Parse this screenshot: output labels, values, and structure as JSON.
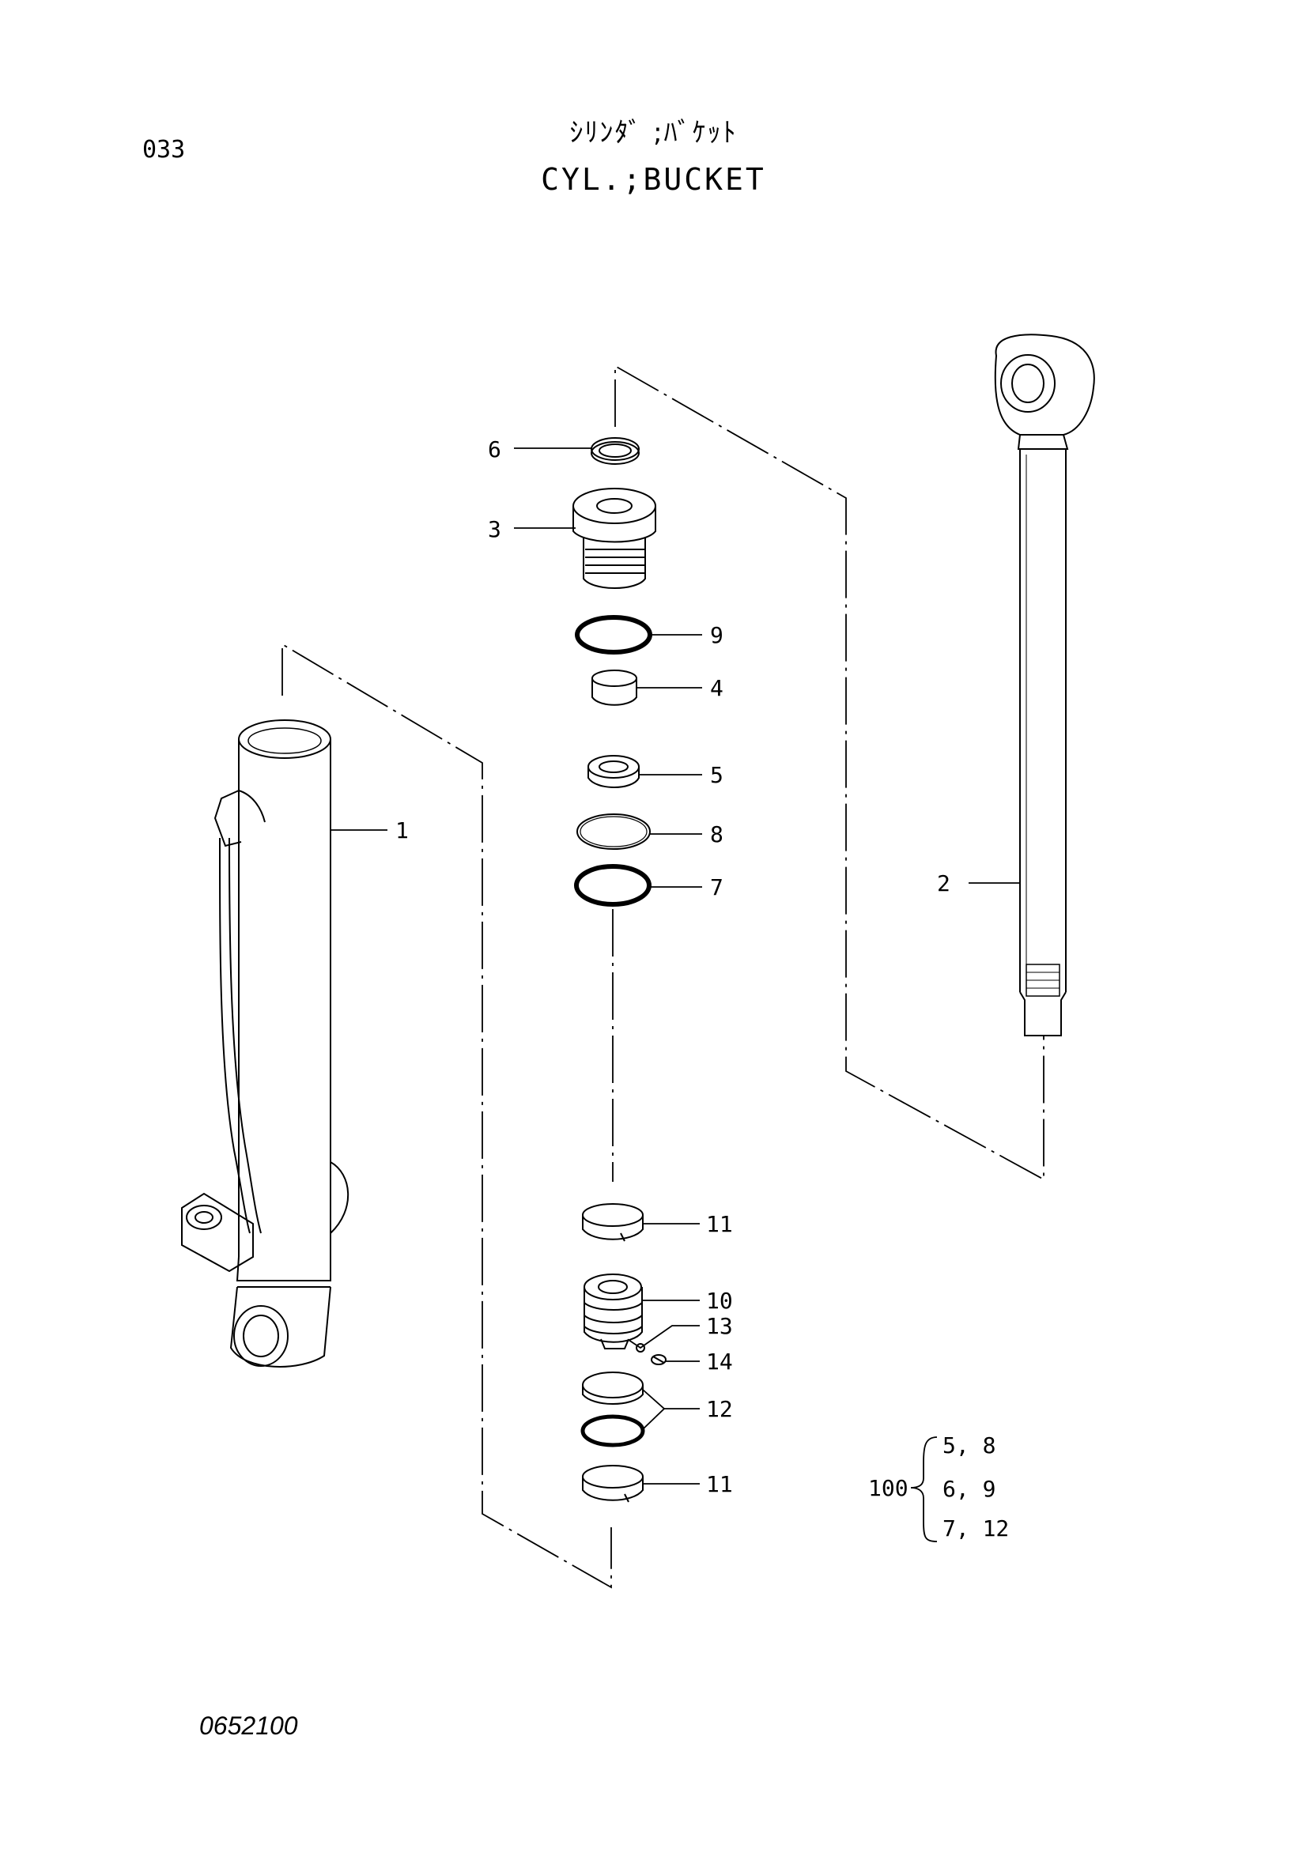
{
  "header": {
    "page_number": "033",
    "title_jp": "ｼﾘﾝﾀﾞ ;ﾊﾞｹｯﾄ",
    "title_en": "CYL.;BUCKET"
  },
  "footer": {
    "document_number": "0652100"
  },
  "callouts": {
    "c1": "1",
    "c2": "2",
    "c3": "3",
    "c4": "4",
    "c5": "5",
    "c6": "6",
    "c7": "7",
    "c8": "8",
    "c9": "9",
    "c10": "10",
    "c11a": "11",
    "c11b": "11",
    "c12": "12",
    "c13": "13",
    "c14": "14"
  },
  "kit": {
    "number": "100",
    "row1": "5, 8",
    "row2": "6, 9",
    "row3": "7, 12"
  },
  "parts": [
    {
      "id": "1",
      "icon": "cylinder-tube-icon"
    },
    {
      "id": "2",
      "icon": "piston-rod-icon"
    },
    {
      "id": "3",
      "icon": "cylinder-head-icon"
    },
    {
      "id": "4",
      "icon": "bushing-icon"
    },
    {
      "id": "5",
      "icon": "seal-icon"
    },
    {
      "id": "6",
      "icon": "dust-seal-icon"
    },
    {
      "id": "7",
      "icon": "o-ring-icon"
    },
    {
      "id": "8",
      "icon": "backup-ring-icon"
    },
    {
      "id": "9",
      "icon": "o-ring-icon"
    },
    {
      "id": "10",
      "icon": "piston-icon"
    },
    {
      "id": "11",
      "icon": "wear-ring-icon"
    },
    {
      "id": "12",
      "icon": "seal-ring-icon"
    },
    {
      "id": "13",
      "icon": "steel-ball-icon"
    },
    {
      "id": "14",
      "icon": "set-screw-icon"
    }
  ]
}
